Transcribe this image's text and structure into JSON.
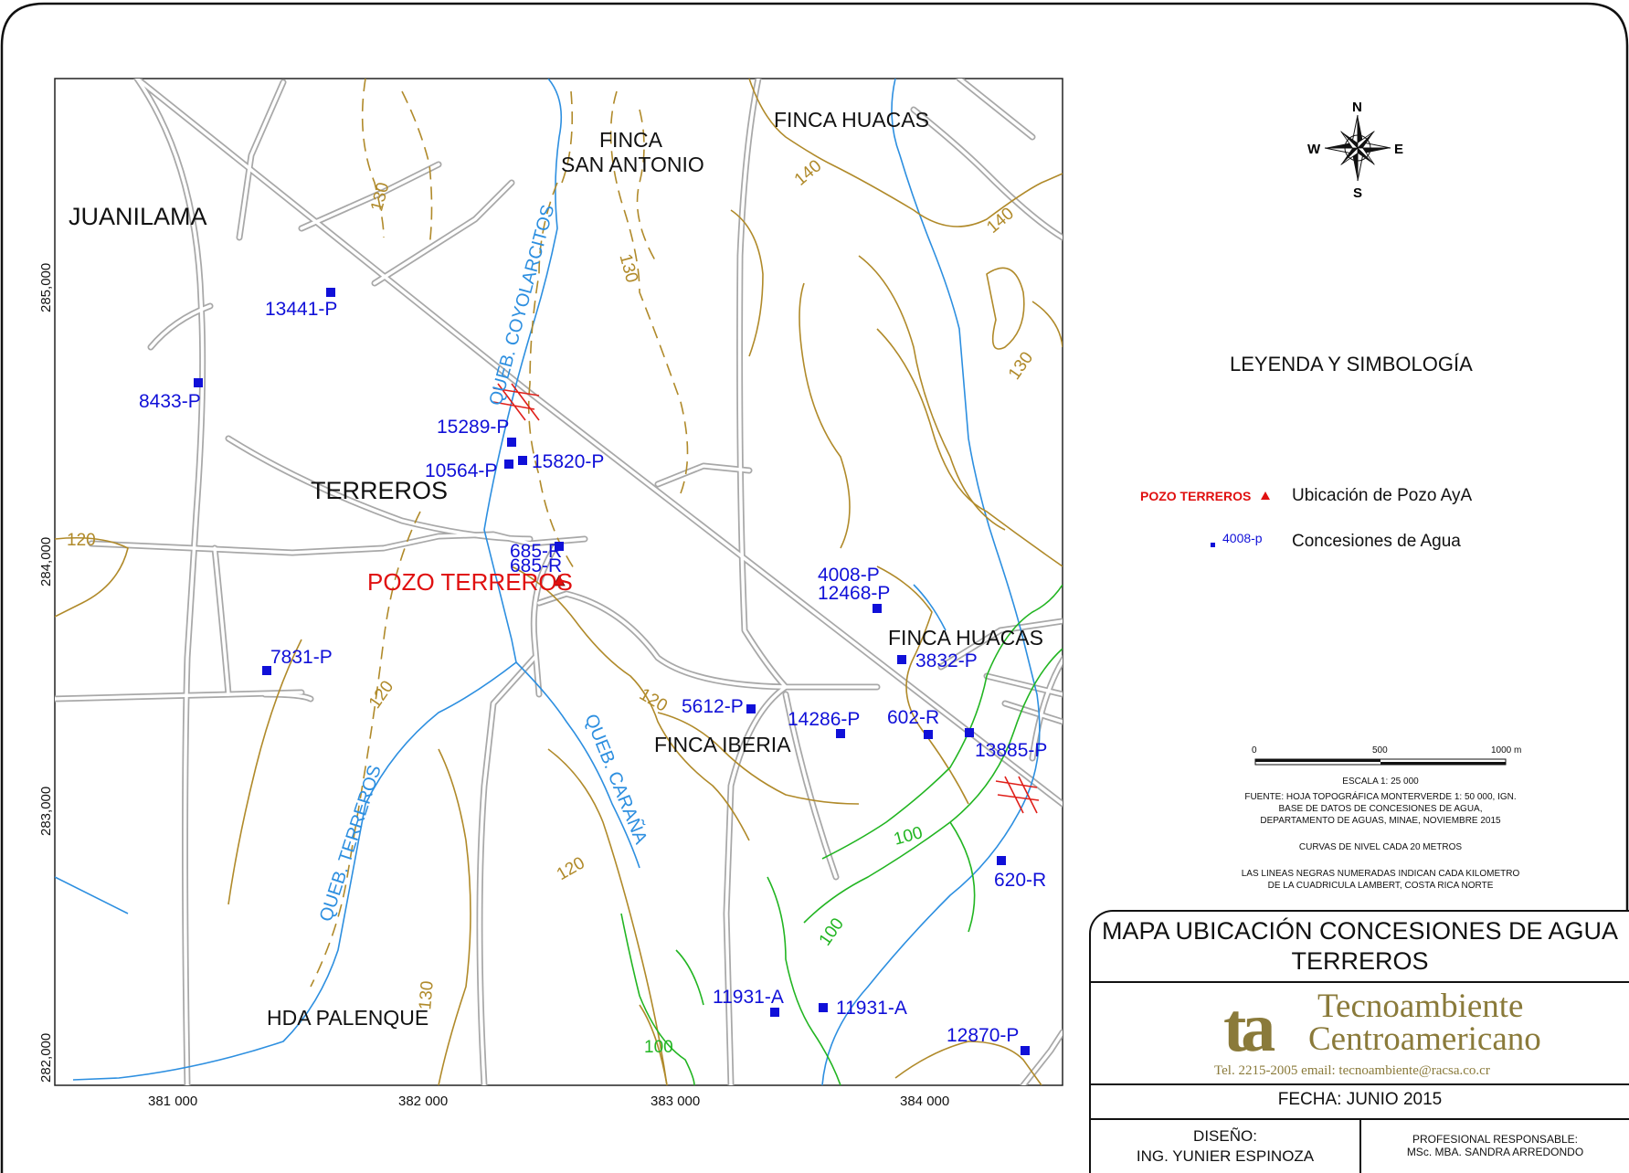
{
  "map": {
    "places": [
      {
        "id": "juanilama",
        "text": "JUANILAMA"
      },
      {
        "id": "terreros",
        "text": "TERREROS"
      },
      {
        "id": "finca-san-antonio-1",
        "text": "FINCA"
      },
      {
        "id": "finca-san-antonio-2",
        "text": "SAN ANTONIO"
      },
      {
        "id": "finca-huacas-n",
        "text": "FINCA HUACAS"
      },
      {
        "id": "finca-huacas-s",
        "text": "FINCA HUACAS"
      },
      {
        "id": "finca-iberia",
        "text": "FINCA IBERIA"
      },
      {
        "id": "hda-palenque",
        "text": "HDA PALENQUE"
      }
    ],
    "streams": [
      {
        "id": "coyolarcitos",
        "text": "QUEB. COYOLARCITOS"
      },
      {
        "id": "carana",
        "text": "QUEB. CARAÑA"
      },
      {
        "id": "terreros",
        "text": "QUEB. TERREROS"
      }
    ],
    "contours": [
      {
        "id": "c130a",
        "text": "130"
      },
      {
        "id": "c130b",
        "text": "130"
      },
      {
        "id": "c130c",
        "text": "130"
      },
      {
        "id": "c130d",
        "text": "130"
      },
      {
        "id": "c140a",
        "text": "140"
      },
      {
        "id": "c140b",
        "text": "140"
      },
      {
        "id": "c120a",
        "text": "120"
      },
      {
        "id": "c120b",
        "text": "120"
      },
      {
        "id": "c120c",
        "text": "120"
      },
      {
        "id": "c120d",
        "text": "120"
      },
      {
        "id": "c100a",
        "text": "100"
      },
      {
        "id": "c100b",
        "text": "100"
      },
      {
        "id": "c100c",
        "text": "100"
      }
    ],
    "concessions": [
      {
        "id": "13441-P",
        "label": "13441-P"
      },
      {
        "id": "8433-P",
        "label": "8433-P"
      },
      {
        "id": "15289-P",
        "label": "15289-P"
      },
      {
        "id": "10564-P",
        "label": "10564-P"
      },
      {
        "id": "15820-P",
        "label": "15820-P"
      },
      {
        "id": "685-R-a",
        "label": "685-R"
      },
      {
        "id": "685-R-b",
        "label": "685-R"
      },
      {
        "id": "7831-P",
        "label": "7831-P"
      },
      {
        "id": "4008-P",
        "label": "4008-P"
      },
      {
        "id": "12468-P",
        "label": "12468-P"
      },
      {
        "id": "3832-P",
        "label": "3832-P"
      },
      {
        "id": "5612-P",
        "label": "5612-P"
      },
      {
        "id": "14286-P",
        "label": "14286-P"
      },
      {
        "id": "602-R",
        "label": "602-R"
      },
      {
        "id": "13885-P",
        "label": "13885-P"
      },
      {
        "id": "620-R",
        "label": "620-R"
      },
      {
        "id": "11931-A-a",
        "label": "11931-A"
      },
      {
        "id": "11931-A-b",
        "label": "11931-A"
      },
      {
        "id": "12870-P",
        "label": "12870-P"
      }
    ],
    "well": {
      "label": "POZO TERREROS"
    },
    "x_ticks": [
      "381 000",
      "382 000",
      "383 000",
      "384 000"
    ],
    "y_ticks": [
      "285,000",
      "284,000",
      "283,000",
      "282,000"
    ]
  },
  "compass": {
    "n": "N",
    "s": "S",
    "e": "E",
    "w": "W"
  },
  "legend": {
    "title": "LEYENDA Y SIMBOLOGÍA",
    "well_key": "POZO TERREROS",
    "well_desc": "Ubicación de Pozo AyA",
    "conc_key": "4008-p",
    "conc_desc": "Concesiones de Agua"
  },
  "scale": {
    "ticks": [
      "0",
      "500",
      "1000 m"
    ],
    "scale_text": "ESCALA 1: 25 000",
    "source_1": "FUENTE: HOJA TOPOGRÁFICA MONTERVERDE 1: 50 000, IGN.",
    "source_2": "BASE DE DATOS DE CONCESIONES DE AGUA,",
    "source_3": "DEPARTAMENTO DE AGUAS, MINAE, NOVIEMBRE 2015",
    "contour_note": "CURVAS DE NIVEL CADA 20 METROS",
    "grid_note_1": "LAS LINEAS NEGRAS NUMERADAS INDICAN CADA KILOMETRO",
    "grid_note_2": "DE LA CUADRICULA LAMBERT, COSTA RICA NORTE"
  },
  "title_block": {
    "title_1": "MAPA UBICACIÓN CONCESIONES DE AGUA",
    "title_2": "TERREROS",
    "logo_mark": "ta",
    "company_1": "Tecnoambiente",
    "company_2": "Centroamericano",
    "contact": "Tel. 2215-2005  email: tecnoambiente@racsa.co.cr",
    "date": "FECHA: JUNIO 2015",
    "design_label": "DISEÑO:",
    "design_name": "ING. YUNIER ESPINOZA",
    "resp_label": "PROFESIONAL RESPONSABLE:",
    "resp_name": "MSc. MBA. SANDRA ARREDONDO"
  },
  "colors": {
    "road": "#a8a8a8",
    "stream": "#2d8fe0",
    "contour": "#b08a2a",
    "contour_low": "#22b522",
    "concession": "#1010d8",
    "well": "#e01010",
    "frame": "#111111",
    "logo": "#8a7a3a"
  }
}
